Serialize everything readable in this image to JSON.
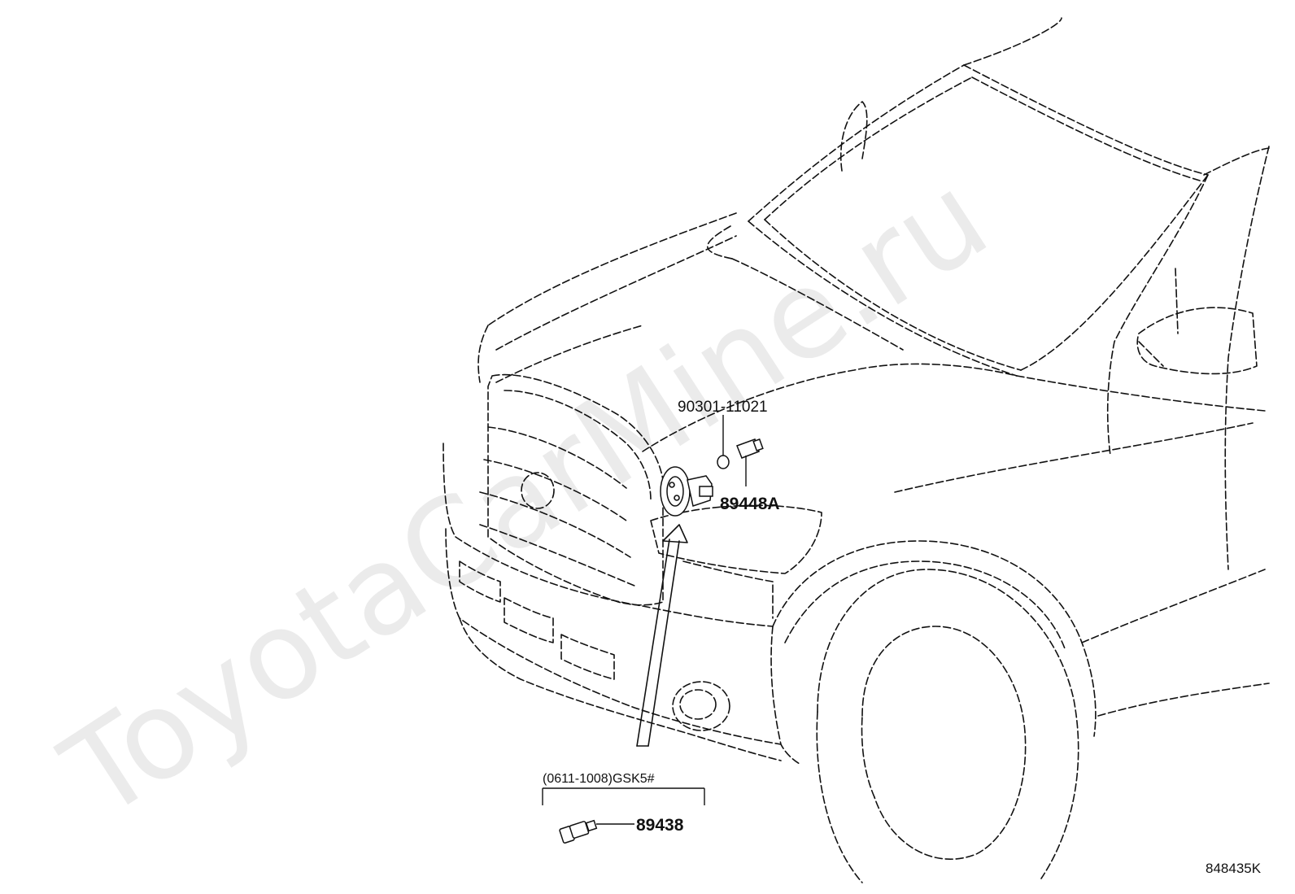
{
  "watermark": {
    "text": "ToyotaCarMine.ru"
  },
  "callouts": {
    "bolt_label": "90301-11021",
    "valve_label": "89448A",
    "range_label": "(0611-1008)GSK5#",
    "sensor_label": "89438"
  },
  "footer": {
    "diagram_code": "848435K"
  }
}
